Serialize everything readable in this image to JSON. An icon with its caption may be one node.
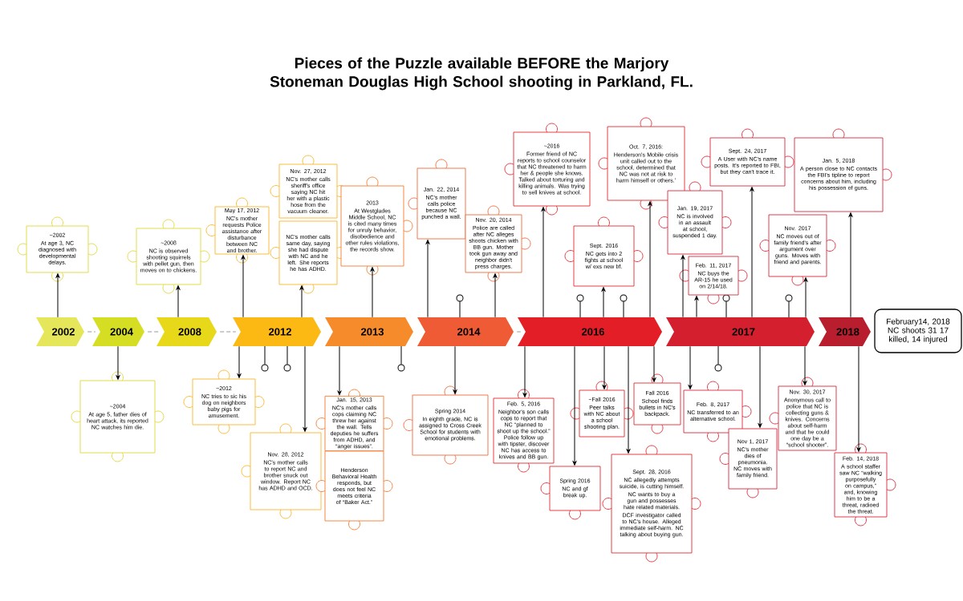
{
  "diagram": {
    "title": "Pieces of the Puzzle available BEFORE the Marjory Stoneman Douglas High School shooting in Parkland, FL.",
    "nodes": [
      {
        "text": [
          "2002"
        ]
      },
      {
        "text": [
          "2004"
        ]
      },
      {
        "text": [
          "2008"
        ]
      },
      {
        "text": [
          "2012"
        ]
      },
      {
        "text": [
          "2013"
        ]
      },
      {
        "text": [
          "2014"
        ]
      },
      {
        "text": [
          "2016"
        ]
      },
      {
        "text": [
          "2017"
        ]
      },
      {
        "text": [
          "2018"
        ]
      },
      {
        "text": [
          "February14, 2018 NC shoots 31 17 killed, 14 injured"
        ]
      },
      {
        "text": [
          "~2002",
          "At age 3, NC diagnosed with developmental delays."
        ]
      },
      {
        "text": [
          "~2008",
          "NC is observed shooting squirrels with pellet gun, then moves on to chickens."
        ]
      },
      {
        "text": [
          "May 17, 2012",
          "NC's mother requests Police assistance after disturbance between NC and brother."
        ]
      },
      {
        "text": [
          "Nov. 27, 2012",
          "NC's mother calls sheriff's office saying NC hit her with a plastic hose from the vacuum cleaner."
        ]
      },
      {
        "text": [
          "NC's mother calls same day, saying she had dispute with NC and he left. She reports he has ADHD."
        ]
      },
      {
        "text": [
          "2013",
          "At Westglades Middle School, NC is cited many times for unruly behavior, disobedience and other rules violations, the records show."
        ]
      },
      {
        "text": [
          "Jan. 22, 2014",
          "NC's mother calls police because NC punched a wall."
        ]
      },
      {
        "text": [
          "Nov. 20, 2014",
          "Police are called after NC alleges shoots chicken with BB gun. Mother took gun away and neighbor didn't press charges."
        ]
      },
      {
        "text": [
          "~2016",
          "Former friend of NC reports to school counselor that NC threatened to harm her & people she knows. Talked about torturing and killing animals. Was trying to sell knives at school."
        ]
      },
      {
        "text": [
          "Sept. 2016",
          "NC gets into 2 fights at school w/ exs new bf."
        ]
      },
      {
        "text": [
          "Oct. 7, 2016:",
          "Henderson's Mobile crisis unit called out to the school, determined that NC was not at risk to harm himself or others.’"
        ]
      },
      {
        "text": [
          "Jan. 19, 2017",
          "NC is involved in an assault at school, suspended 1 day."
        ]
      },
      {
        "text": [
          "Feb. 11, 2017",
          "NC buys the AR-15 he used on 2/14/18."
        ]
      },
      {
        "text": [
          "Sept. 24, 2017",
          "A User with NC's name posts. It's reported to FBI, but they can't trace it."
        ]
      },
      {
        "text": [
          "Jan. 5, 2018",
          "A person close to NC contacts the FBI's tipline to report concerns about him, including his possession of guns."
        ]
      },
      {
        "text": [
          "Nov. 2017",
          "NC moves out of family friend's after argument over guns. Moves with friend and parents."
        ]
      },
      {
        "text": [
          "~2004",
          "At age 5, father dies of heart attack, its reported NC watches him die."
        ]
      },
      {
        "text": [
          "~2012",
          "NC tries to sic his dog on neighbors baby pigs for amusement."
        ]
      },
      {
        "text": [
          "Nov. 28, 2012",
          "NC's mother calls to report NC and brother snuck out window. Report NC has ADHD and OCD."
        ]
      },
      {
        "text": [
          "Jan. 15, 2013",
          "NC's mother calls cops claiming NC threw her against the wall. Tells deputies he suffers from ADHD, and “anger issues”."
        ]
      },
      {
        "text": [
          "Henderson Behavioral Health responds, but does not feel NC meets criteria of “Baker Act.”"
        ]
      },
      {
        "text": [
          "Spring 2014",
          "In eighth grade, NC is assigned to Cross Creek School for students with emotional problems."
        ]
      },
      {
        "text": [
          "Feb. 5, 2016",
          "Neighbor's son calls cops to report that NC “planned to shoot up the school.” Police follow up with tipster, discover NC has access to knives and BB gun."
        ]
      },
      {
        "text": [
          "Spring 2016",
          "NC and gf break up."
        ]
      },
      {
        "text": [
          "~Fall 2016",
          "Peer talks with NC about a school shooting plan."
        ]
      },
      {
        "text": [
          "Fall 2016",
          "School finds bullets in NC's backpack."
        ]
      },
      {
        "text": [
          "Sept. 28, 2016",
          "NC allegedly attempts suicide, is cutting himself.",
          "NC wants to buy a gun and possesses hate related materials.",
          "DCF investigator called to NC's house. Alleged immediate self-harm. NC talking about buying gun."
        ]
      },
      {
        "text": [
          "Feb. 8, 2017",
          "NC transferred to an alternative school."
        ]
      },
      {
        "text": [
          "Nov 1, 2017",
          "NC's mother dies of pneumonia. NC moves with family friend."
        ]
      },
      {
        "text": [
          "Nov. 30, 2017",
          "Anonymous call to police that NC is collecting guns & knives. Concerns about self-harm and that he could one day be a “school shooter”."
        ]
      },
      {
        "text": [
          "Feb. 14, 2018",
          "A school staffer saw NC “walking purposefully on campus,” and, knowing him to be a threat, radioed the threat."
        ]
      }
    ],
    "edges": [
      {
        "from": 0,
        "to": 1,
        "arrow": "none",
        "style": "dashed",
        "color": "#999999"
      },
      {
        "from": 1,
        "to": 2,
        "arrow": "none",
        "style": "dashed",
        "color": "#999999"
      },
      {
        "from": 2,
        "to": 3,
        "arrow": "none",
        "style": "dashed",
        "color": "#999999"
      },
      {
        "from": 5,
        "to": 6,
        "arrow": "none",
        "style": "dashed",
        "color": "#999999"
      },
      {
        "from": 0,
        "to": 10,
        "arrow": "to"
      },
      {
        "from": 1,
        "to": 26,
        "arrow": "to"
      },
      {
        "from": 2,
        "to": 11,
        "arrow": "to"
      },
      {
        "from": 3,
        "to": 27,
        "arrow": "to"
      },
      {
        "from": 3,
        "to": 12,
        "arrow": "to"
      },
      {
        "from": 3,
        "to": 14,
        "arrow": "to"
      },
      {
        "from": 3,
        "to": 28,
        "arrow": "to"
      },
      {
        "from": 4,
        "to": 29,
        "arrow": "to"
      },
      {
        "from": 4,
        "to": 15,
        "arrow": "to"
      },
      {
        "from": 5,
        "to": 16,
        "arrow": "to"
      },
      {
        "from": 5,
        "to": 31,
        "arrow": "to"
      },
      {
        "from": 5,
        "to": 17,
        "arrow": "to"
      },
      {
        "from": 6,
        "to": 32,
        "arrow": "to"
      },
      {
        "from": 6,
        "to": 18,
        "arrow": "to"
      },
      {
        "from": 6,
        "to": 33,
        "arrow": "to"
      },
      {
        "from": 6,
        "to": 19,
        "arrow": "to"
      },
      {
        "from": 6,
        "to": 34,
        "arrow": "to"
      },
      {
        "from": 6,
        "to": 36,
        "arrow": "to"
      },
      {
        "from": 6,
        "to": 20,
        "arrow": "to"
      },
      {
        "from": 6,
        "to": 35,
        "arrow": "to"
      },
      {
        "from": 7,
        "to": 21,
        "arrow": "to"
      },
      {
        "from": 7,
        "to": 37,
        "arrow": "to"
      },
      {
        "from": 7,
        "to": 22,
        "arrow": "to"
      },
      {
        "from": 7,
        "to": 23,
        "arrow": "to"
      },
      {
        "from": 7,
        "to": 38,
        "arrow": "to"
      },
      {
        "from": 7,
        "to": 39,
        "arrow": "to"
      },
      {
        "from": 7,
        "to": 25,
        "arrow": "to"
      },
      {
        "from": 8,
        "to": 24,
        "arrow": "to"
      },
      {
        "from": 8,
        "to": 40,
        "arrow": "to"
      }
    ]
  }
}
